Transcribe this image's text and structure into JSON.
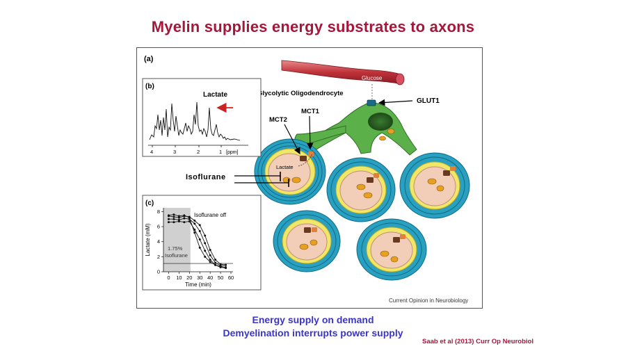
{
  "slide": {
    "title": "Myelin supplies energy substrates to axons",
    "caption_lines": [
      "Energy supply on demand",
      "Demyelination interrupts power supply"
    ],
    "citation": "Saab et al (2013) Curr Op Neurobiol"
  },
  "figure": {
    "panel_labels": {
      "a": "(a)",
      "b": "(b)",
      "c": "(c)"
    },
    "labels": {
      "glucose": "Glucose",
      "glut1": "GLUT1",
      "oligodendrocyte": "Glycolytic Oligodendrocyte",
      "mct1": "MCT1",
      "mct2": "MCT2",
      "lactate_axon": "Lactate",
      "isoflurane": "Isoflurane"
    },
    "source": "Current Opinion in Neurobiology",
    "colors": {
      "vessel": "#c0323a",
      "oligodendrocyte": "#5bb04a",
      "myelin": "#1a9ab0",
      "axon": "#f2cdb8",
      "mitochondria": "#e8a020",
      "arrow": "#cc2222",
      "isoflurane_shade": "#d0d0d0"
    }
  },
  "panel_b": {
    "label": "Lactate",
    "axis_ticks": [
      "4",
      "3",
      "2",
      "1"
    ],
    "axis_unit": "[ppm]"
  },
  "chart_data": {
    "type": "line",
    "title": "",
    "xlabel": "Time (min)",
    "ylabel": "Lactate (mM)",
    "xlim": [
      -5,
      62
    ],
    "ylim": [
      0,
      8.5
    ],
    "xticks": [
      "0",
      "10",
      "20",
      "30",
      "40",
      "50",
      "60"
    ],
    "yticks": [
      "0",
      "2",
      "4",
      "6",
      "8"
    ],
    "annotations": [
      "Isoflurane off",
      "1.75%",
      "Isoflurane"
    ],
    "shaded_region": [
      -5,
      21
    ],
    "baseline_y": 1.1,
    "series": [
      {
        "x": [
          0,
          5,
          10,
          15,
          20,
          25,
          30,
          35,
          40,
          45,
          50,
          55
        ],
        "values": [
          7.4,
          7.3,
          7.2,
          7.4,
          7.3,
          6.8,
          6.2,
          4.8,
          2.9,
          1.6,
          1.0,
          0.9
        ]
      },
      {
        "x": [
          0,
          5,
          10,
          15,
          20,
          25,
          30,
          35,
          40,
          45,
          50,
          55
        ],
        "values": [
          7.0,
          7.0,
          6.9,
          7.1,
          7.0,
          6.4,
          5.4,
          3.8,
          2.2,
          1.2,
          0.8,
          0.9
        ]
      },
      {
        "x": [
          0,
          5,
          10,
          15,
          20,
          25,
          30,
          35,
          40,
          45,
          50,
          55
        ],
        "values": [
          6.6,
          6.6,
          6.7,
          6.6,
          6.7,
          5.6,
          4.3,
          2.8,
          1.6,
          0.9,
          0.6,
          0.5
        ]
      },
      {
        "x": [
          0,
          5,
          10,
          15,
          20,
          25,
          30,
          35,
          40,
          45,
          50,
          55
        ],
        "values": [
          7.5,
          7.6,
          7.4,
          7.5,
          7.2,
          5.2,
          3.2,
          2.0,
          1.3,
          0.9,
          0.7,
          0.6
        ]
      }
    ]
  }
}
